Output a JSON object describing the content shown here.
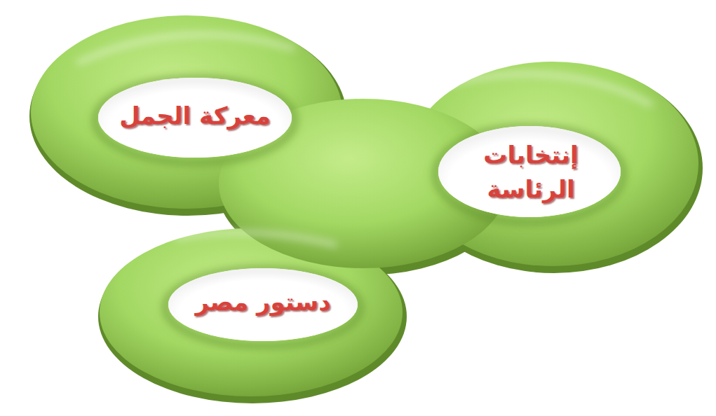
{
  "diagram": {
    "labels": [
      "معركة الجمل",
      "إنتخابات الرئاسة",
      "دستور مصر"
    ]
  }
}
